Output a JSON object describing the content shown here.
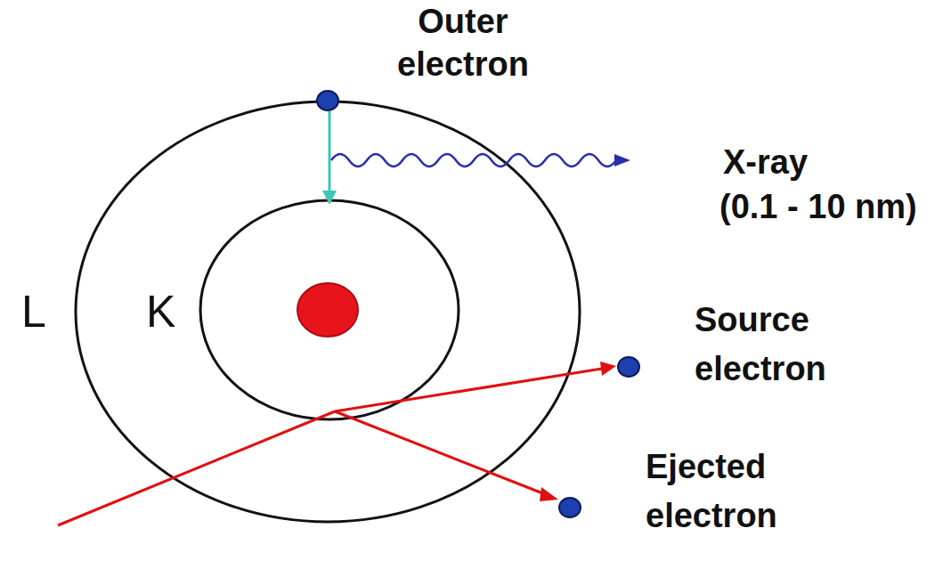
{
  "diagram": {
    "labels": [
      "Outer electron",
      "X-ray",
      "(0.1 - 10 nm)",
      "L",
      "K",
      "Source electron",
      "Ejected electron"
    ]
  }
}
